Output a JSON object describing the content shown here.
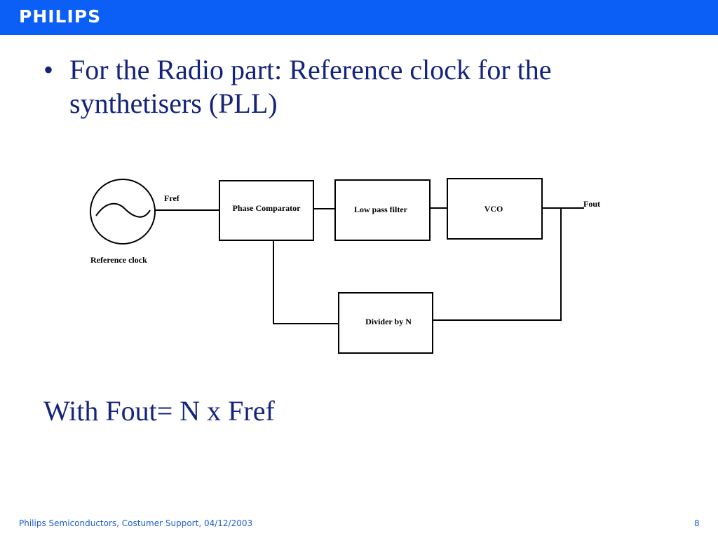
{
  "header": {
    "logo": "PHILIPS",
    "bar_color": "#0b5ef6"
  },
  "bullet": {
    "symbol": "•",
    "text": "For the Radio part: Reference clock for the synthetisers (PLL)"
  },
  "diagram": {
    "reference_clock_label": "Reference clock",
    "fref_label": "Fref",
    "fout_label": "Fout",
    "blocks": {
      "phase_comparator": "Phase Comparator",
      "low_pass_filter": "Low pass filter",
      "vco": "VCO",
      "divider": "Divider by N"
    }
  },
  "formula": "With Fout= N x Fref",
  "footer": {
    "text": "Philips Semiconductors, Costumer Support, 04/12/2003",
    "page": "8"
  }
}
